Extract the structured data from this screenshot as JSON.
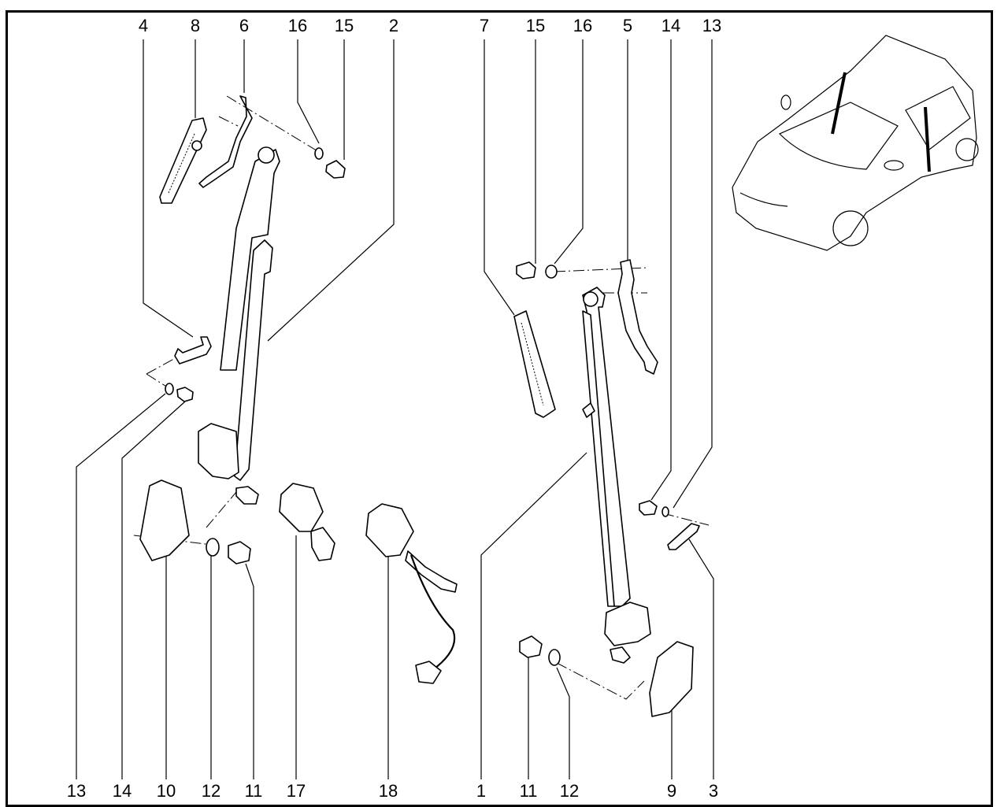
{
  "diagram": {
    "type": "exploded-parts-view",
    "subject": "front seat belts",
    "top_callouts": [
      "4",
      "8",
      "6",
      "16",
      "15",
      "2",
      "7",
      "15",
      "16",
      "5",
      "14",
      "13"
    ],
    "bottom_callouts": [
      "13",
      "14",
      "10",
      "12",
      "11",
      "17",
      "18",
      "1",
      "11",
      "12",
      "9",
      "3"
    ],
    "inset": "vehicle overview with front seat belts highlighted"
  }
}
